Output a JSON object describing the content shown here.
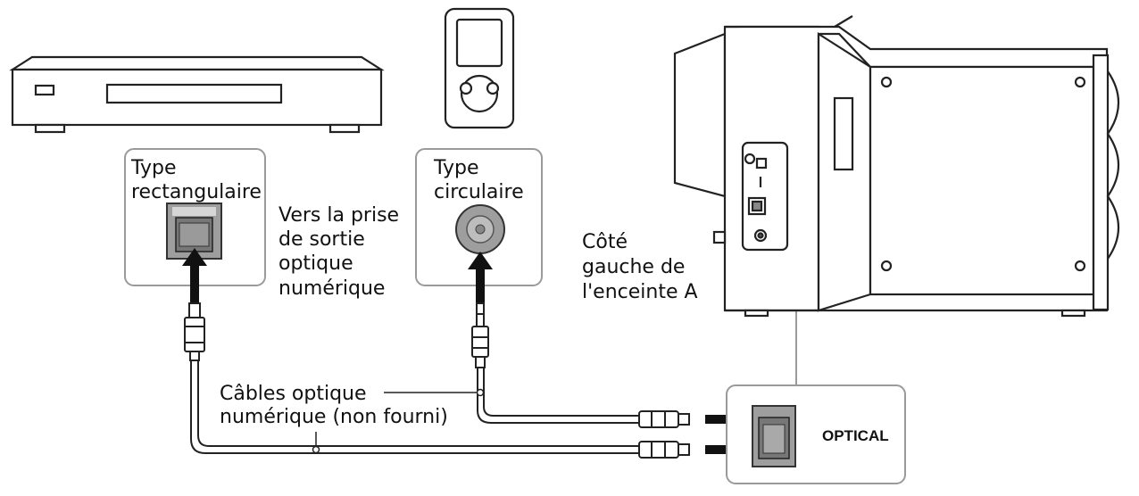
{
  "labels": {
    "rect_type": [
      "Type",
      "rectangulaire"
    ],
    "circ_type": [
      "Type",
      "circulaire"
    ],
    "output_jack": [
      "Vers la prise",
      "de sortie",
      "optique",
      "numérique"
    ],
    "speaker_side": [
      "Côté",
      "gauche de",
      "l'enceinte A"
    ],
    "cables": [
      "Câbles optique",
      "numérique (non fourni)"
    ],
    "optical": "OPTICAL"
  },
  "colors": {
    "line": "#222222",
    "box_border": "#9a9a9a",
    "connector_fill": "#9e9e9e",
    "connector_dark": "#555555"
  }
}
